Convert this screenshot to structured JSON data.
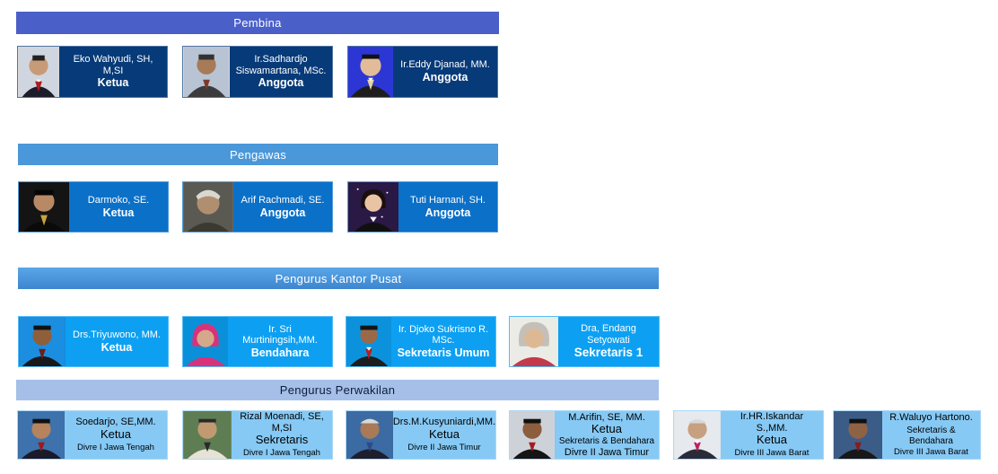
{
  "sections": {
    "pembina": "Pembina",
    "pengawas": "Pengawas",
    "pusat": "Pengurus Kantor Pusat",
    "perwakilan": "Pengurus Perwakilan"
  },
  "colors": {
    "pembina_banner": "#4a5fc8",
    "pembina_card": "#073a78",
    "pengawas_banner": "#4a97d9",
    "pengawas_card": "#0b70c8",
    "pusat_banner": "#4192d8",
    "pusat_card": "#0da0f2",
    "perwakilan_banner": "#a5bfe8",
    "perwakilan_card": "#86c9f5"
  },
  "pembina": [
    {
      "name": "Eko Wahyudi, SH, M,SI",
      "role": "Ketua",
      "icon": "person-photo-icon"
    },
    {
      "name": "Ir.Sadhardjo Siswamartana, MSc.",
      "role": "Anggota",
      "icon": "person-photo-icon"
    },
    {
      "name": "Ir.Eddy Djanad, MM.",
      "role": "Anggota",
      "icon": "person-photo-icon"
    }
  ],
  "pengawas": [
    {
      "name": "Darmoko, SE.",
      "role": "Ketua",
      "icon": "person-photo-icon"
    },
    {
      "name": "Arif Rachmadi, SE.",
      "role": "Anggota",
      "icon": "person-photo-icon"
    },
    {
      "name": "Tuti Harnani, SH.",
      "role": "Anggota",
      "icon": "person-photo-icon"
    }
  ],
  "pusat": [
    {
      "name": "Drs.Triyuwono, MM.",
      "role": "Ketua",
      "icon": "person-photo-icon"
    },
    {
      "name": "Ir. Sri Murtiningsih,MM.",
      "role": "Bendahara",
      "icon": "person-photo-icon"
    },
    {
      "name": "Ir. Djoko Sukrisno R. MSc.",
      "role": "Sekretaris Umum",
      "icon": "person-photo-icon"
    },
    {
      "name": "Dra, Endang Setyowati",
      "role": "Sekretaris 1",
      "icon": "person-photo-icon"
    }
  ],
  "perwakilan": [
    {
      "name": "Soedarjo, SE,MM.",
      "role": "Ketua",
      "divre": "Divre I Jawa Tengah",
      "icon": "person-photo-icon"
    },
    {
      "name": "Rizal Moenadi, SE, M,SI",
      "role": "Sekretaris",
      "divre": "Divre I Jawa Tengah",
      "icon": "person-photo-icon"
    },
    {
      "name": "Drs.M.Kusyuniardi,MM.",
      "role": "Ketua",
      "divre": "Divre II Jawa Timur",
      "icon": "person-photo-icon"
    },
    {
      "name": "M.Arifin, SE, MM.",
      "role": "Ketua",
      "role2": "Sekretaris & Bendahara",
      "divre": "Divre II Jawa Timur",
      "icon": "person-photo-icon"
    },
    {
      "name": "Ir.HR.Iskandar S.,MM.",
      "role": "Ketua",
      "divre": "Divre III Jawa Barat",
      "icon": "person-photo-icon"
    },
    {
      "name": "R.Waluyo Hartono.",
      "role": "Sekretaris & Bendahara",
      "divre": "Divre III Jawa Barat",
      "icon": "person-photo-icon"
    }
  ]
}
